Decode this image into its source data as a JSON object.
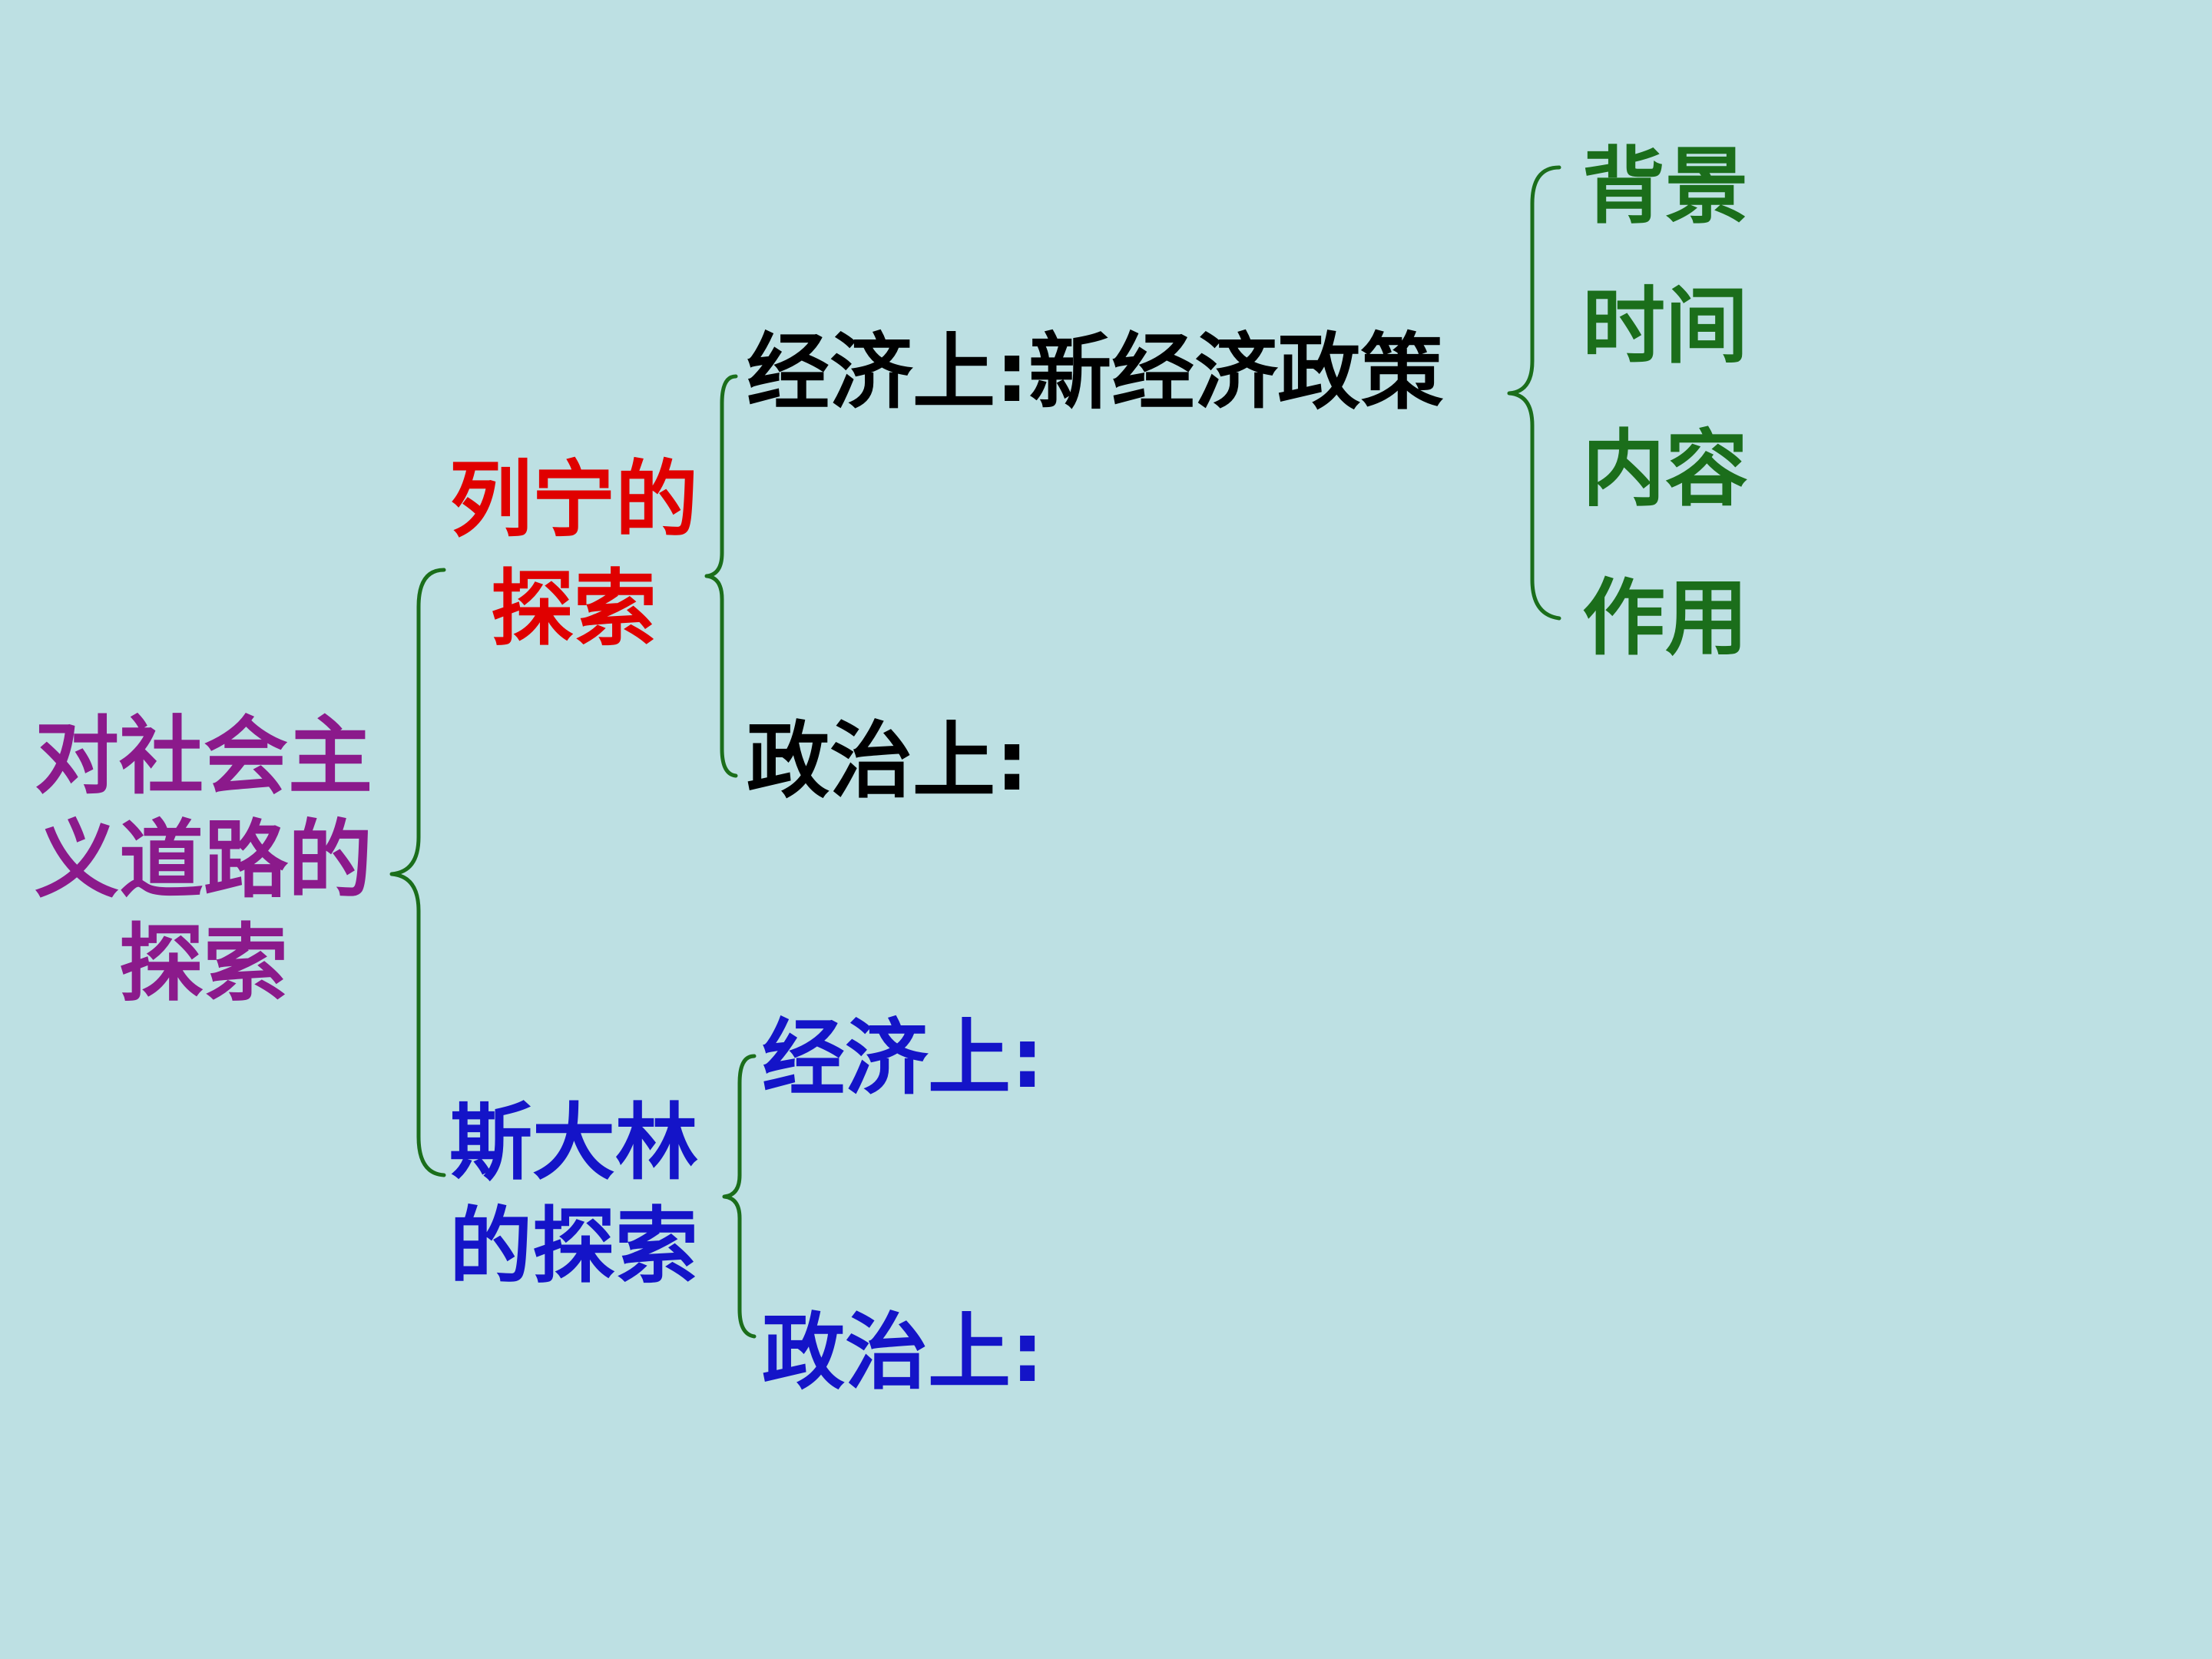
{
  "root": {
    "line1": "对社会主",
    "line2": "义道路的",
    "line3": "探索"
  },
  "lenin": {
    "line1": "列宁的",
    "line2": "探索",
    "economy": "经济上:新经济政策",
    "politics": "政治上:",
    "nep_items": [
      "背景",
      "时间",
      "内容",
      "作用"
    ]
  },
  "stalin": {
    "line1": "斯大林",
    "line2": "的探索",
    "economy": "经济上:",
    "politics": "政治上:"
  },
  "colors": {
    "background": "#bde0e3",
    "root": "#8b1a8b",
    "lenin": "#e00000",
    "stalin": "#1414c8",
    "black": "#000000",
    "green": "#1b6e1b",
    "bracket": "#1b6e1b"
  }
}
